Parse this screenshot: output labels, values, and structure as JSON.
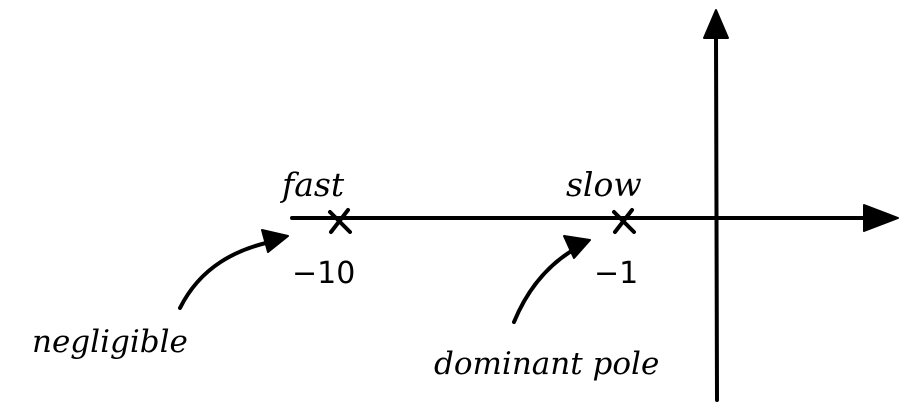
{
  "diagram": {
    "labels": {
      "fast": "fast",
      "slow": "slow",
      "fast_value": "−10",
      "slow_value": "−1",
      "negligible": "negligible",
      "dominant_pole": "dominant pole"
    },
    "poles": [
      {
        "label": "fast",
        "value": -10
      },
      {
        "label": "slow",
        "value": -1
      }
    ],
    "ink_color": "#000000",
    "background_color": "#ffffff"
  }
}
